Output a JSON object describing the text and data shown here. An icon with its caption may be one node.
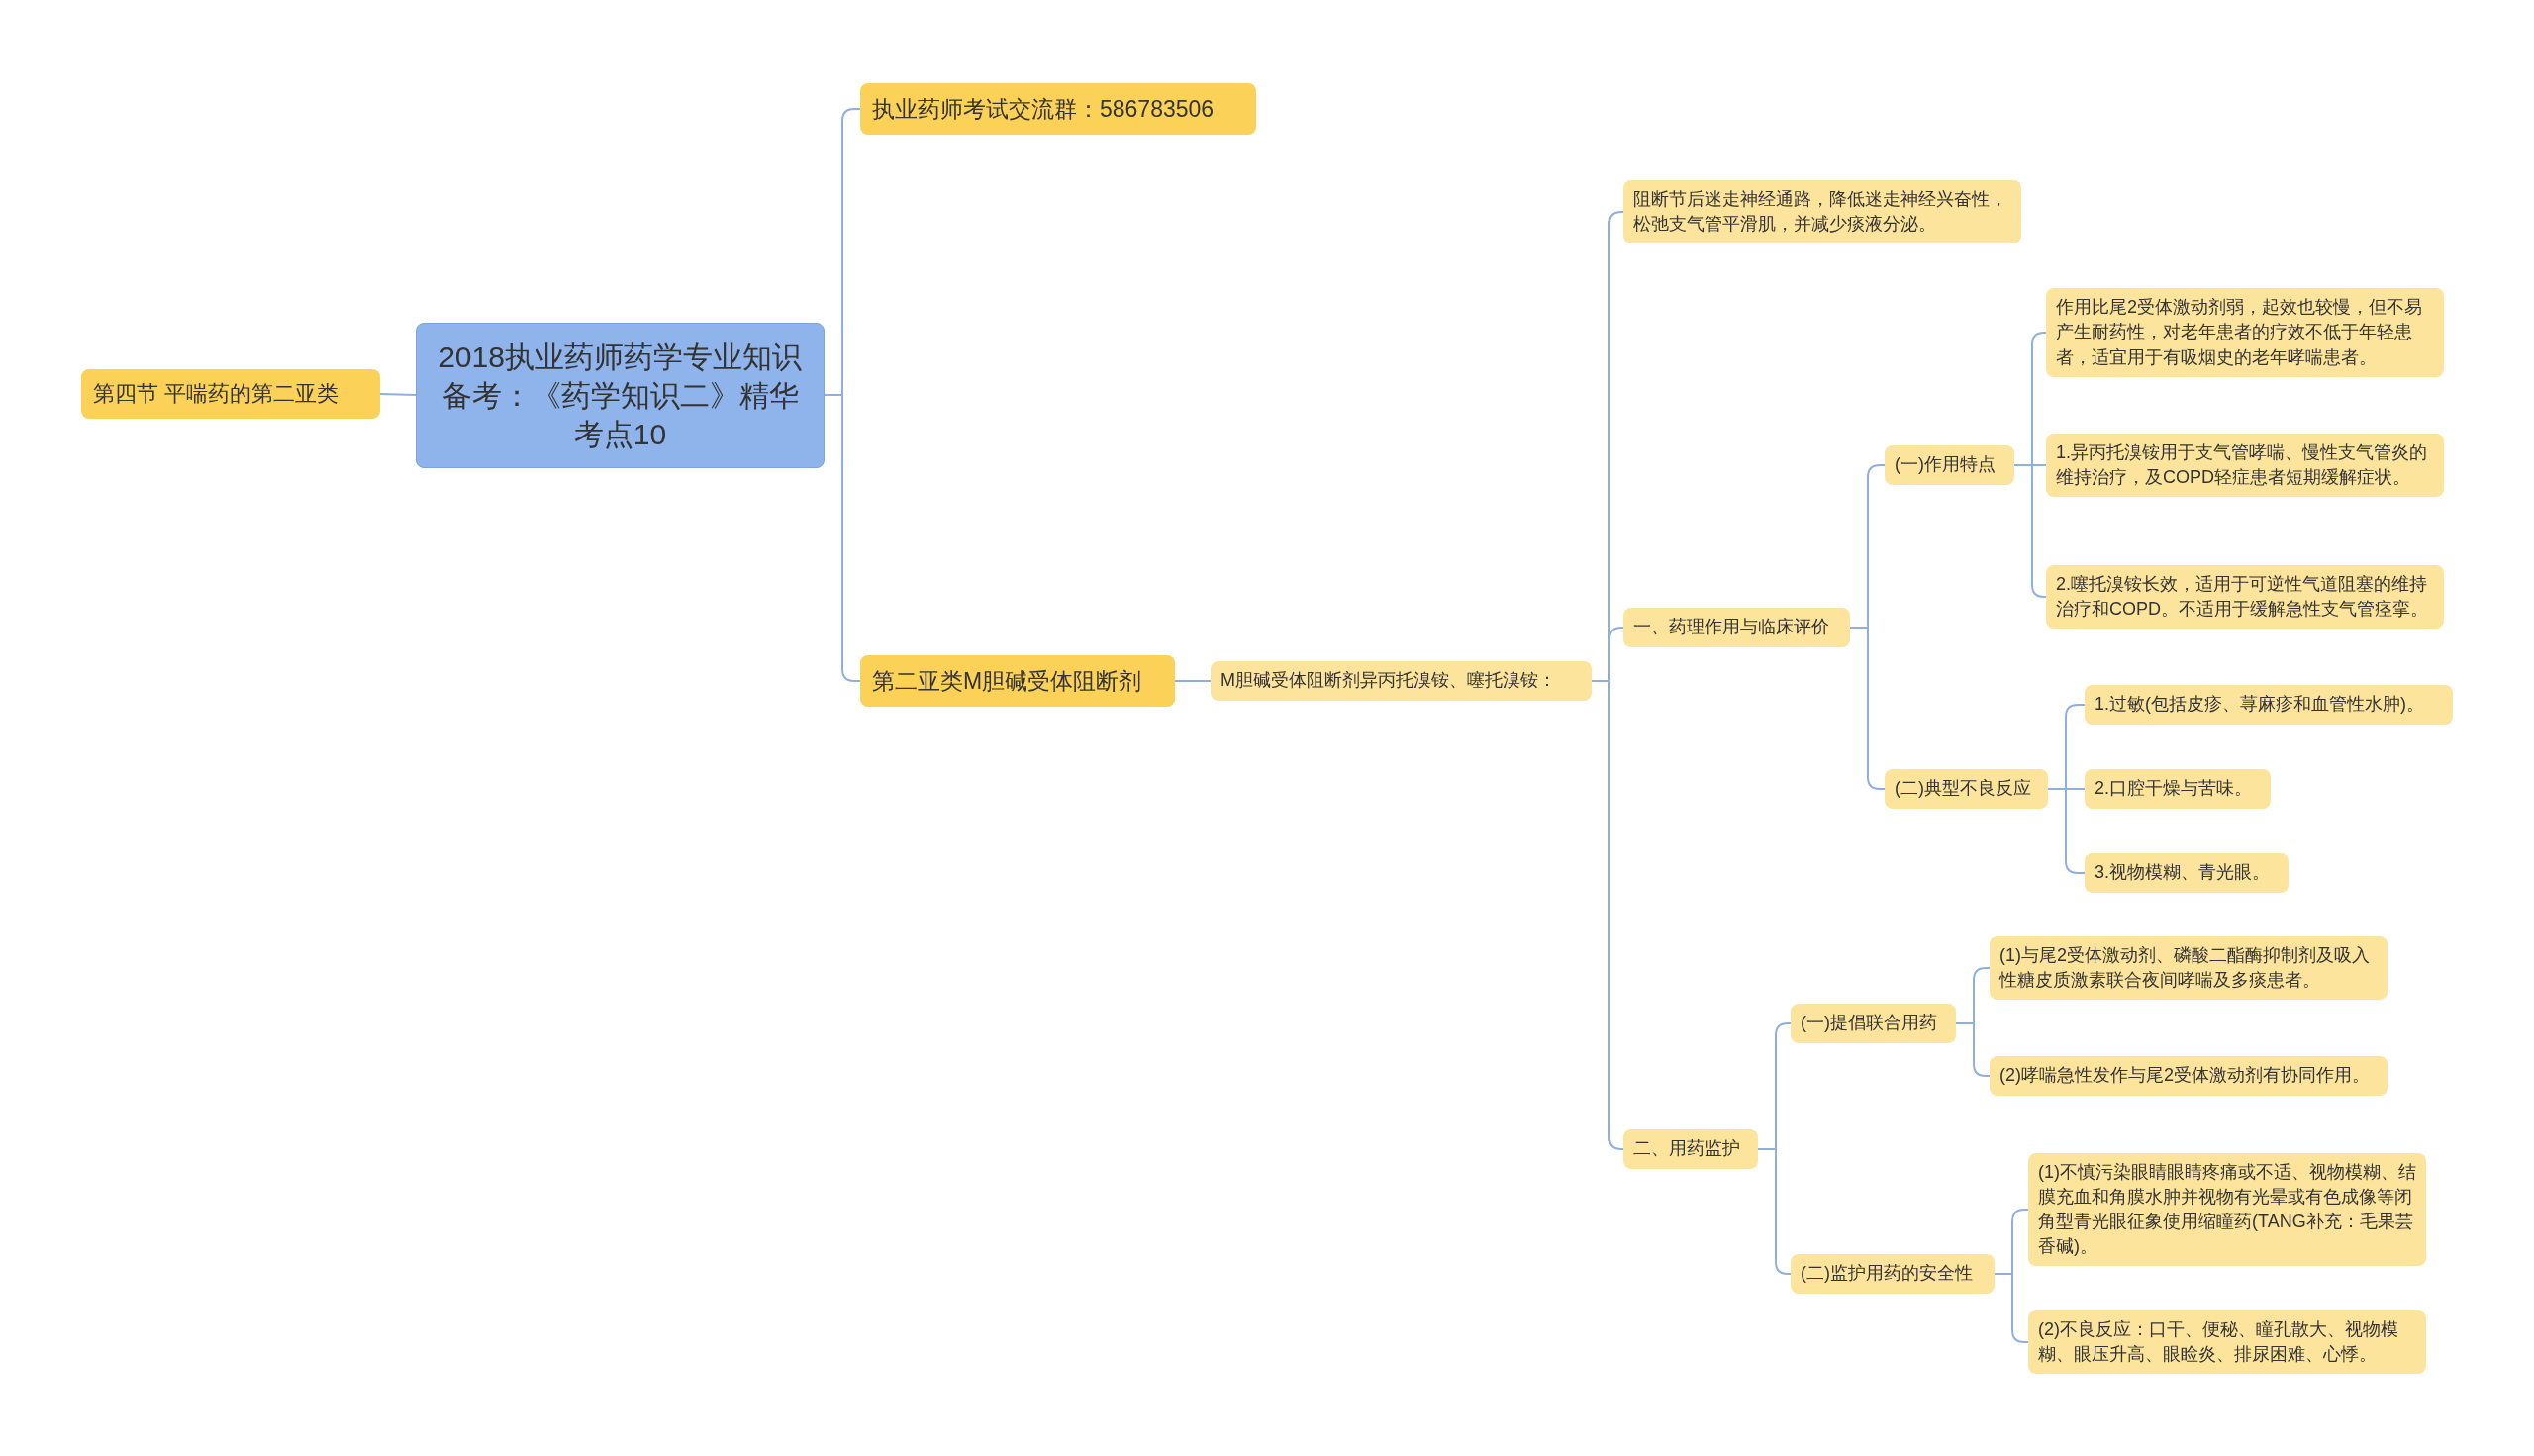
{
  "diagram": {
    "nodes": [
      {
        "text": [
          "2018执业药师药学专业知识备考：《药学知识二》精华考点10"
        ]
      },
      {
        "text": [
          "第四节 平喘药的第二亚类"
        ]
      },
      {
        "text": [
          "执业药师考试交流群：586783506"
        ]
      },
      {
        "text": [
          "第二亚类M胆碱受体阻断剂"
        ]
      },
      {
        "text": [
          "M胆碱受体阻断剂异丙托溴铵、噻托溴铵："
        ]
      },
      {
        "text": [
          "阻断节后迷走神经通路，降低迷走神经兴奋性，松弛支气管平滑肌，并减少痰液分泌。"
        ]
      },
      {
        "text": [
          "一、药理作用与临床评价"
        ]
      },
      {
        "text": [
          "(一)作用特点"
        ]
      },
      {
        "text": [
          "作用比尾2受体激动剂弱，起效也较慢，但不易产生耐药性，对老年患者的疗效不低于年轻患者，适宜用于有吸烟史的老年哮喘患者。"
        ]
      },
      {
        "text": [
          "1.异丙托溴铵用于支气管哮喘、慢性支气管炎的维持治疗，及COPD轻症患者短期缓解症状。"
        ]
      },
      {
        "text": [
          "2.噻托溴铵长效，适用于可逆性气道阻塞的维持治疗和COPD。不适用于缓解急性支气管痉挛。"
        ]
      },
      {
        "text": [
          "(二)典型不良反应"
        ]
      },
      {
        "text": [
          "1.过敏(包括皮疹、荨麻疹和血管性水肿)。"
        ]
      },
      {
        "text": [
          "2.口腔干燥与苦味。"
        ]
      },
      {
        "text": [
          "3.视物模糊、青光眼。"
        ]
      },
      {
        "text": [
          "二、用药监护"
        ]
      },
      {
        "text": [
          "(一)提倡联合用药"
        ]
      },
      {
        "text": [
          "(1)与尾2受体激动剂、磷酸二酯酶抑制剂及吸入性糖皮质激素联合夜间哮喘及多痰患者。"
        ]
      },
      {
        "text": [
          "(2)哮喘急性发作与尾2受体激动剂有协同作用。"
        ]
      },
      {
        "text": [
          "(二)监护用药的安全性"
        ]
      },
      {
        "text": [
          "(1)不慎污染眼睛眼睛疼痛或不适、视物模糊、结膜充血和角膜水肿并视物有光晕或有色成像等闭角型青光眼征象使用缩瞳药(TANG补充：毛果芸香碱)。"
        ]
      },
      {
        "text": [
          "(2)不良反应：口干、便秘、瞳孔散大、视物模糊、眼压升高、眼睑炎、排尿困难、心悸。"
        ]
      }
    ],
    "edges": [
      {
        "from": 0,
        "to": 1,
        "arrow": "none"
      },
      {
        "from": 0,
        "to": 2,
        "arrow": "none"
      },
      {
        "from": 0,
        "to": 3,
        "arrow": "none"
      },
      {
        "from": 3,
        "to": 4,
        "arrow": "none"
      },
      {
        "from": 4,
        "to": 5,
        "arrow": "none"
      },
      {
        "from": 4,
        "to": 6,
        "arrow": "none"
      },
      {
        "from": 4,
        "to": 15,
        "arrow": "none"
      },
      {
        "from": 6,
        "to": 7,
        "arrow": "none"
      },
      {
        "from": 6,
        "to": 11,
        "arrow": "none"
      },
      {
        "from": 7,
        "to": 8,
        "arrow": "none"
      },
      {
        "from": 7,
        "to": 9,
        "arrow": "none"
      },
      {
        "from": 7,
        "to": 10,
        "arrow": "none"
      },
      {
        "from": 11,
        "to": 12,
        "arrow": "none"
      },
      {
        "from": 11,
        "to": 13,
        "arrow": "none"
      },
      {
        "from": 11,
        "to": 14,
        "arrow": "none"
      },
      {
        "from": 15,
        "to": 16,
        "arrow": "none"
      },
      {
        "from": 15,
        "to": 19,
        "arrow": "none"
      },
      {
        "from": 16,
        "to": 17,
        "arrow": "none"
      },
      {
        "from": 16,
        "to": 18,
        "arrow": "none"
      },
      {
        "from": 19,
        "to": 20,
        "arrow": "none"
      },
      {
        "from": 19,
        "to": 21,
        "arrow": "none"
      }
    ]
  }
}
